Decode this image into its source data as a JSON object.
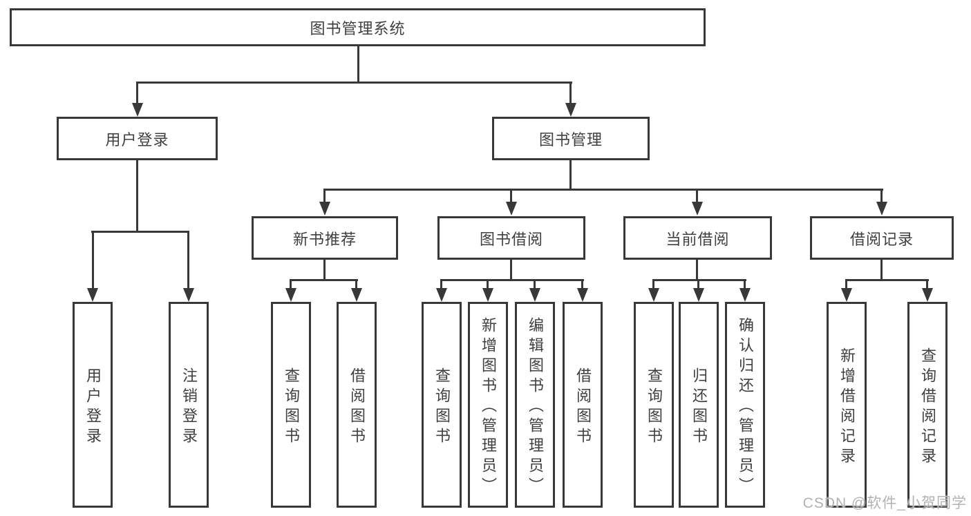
{
  "tree": {
    "label": "图书管理系统",
    "children": [
      {
        "label": "用户登录",
        "children": [
          {
            "label": "用户登录"
          },
          {
            "label": "注销登录"
          }
        ]
      },
      {
        "label": "图书管理",
        "children": [
          {
            "label": "新书推荐",
            "children": [
              {
                "label": "查询图书"
              },
              {
                "label": "借阅图书"
              }
            ]
          },
          {
            "label": "图书借阅",
            "children": [
              {
                "label": "查询图书"
              },
              {
                "label": "新增图书（管理员）"
              },
              {
                "label": "编辑图书（管理员）"
              },
              {
                "label": "借阅图书"
              }
            ]
          },
          {
            "label": "当前借阅",
            "children": [
              {
                "label": "查询图书"
              },
              {
                "label": "归还图书"
              },
              {
                "label": "确认归还（管理员）"
              }
            ]
          },
          {
            "label": "借阅记录",
            "children": [
              {
                "label": "新增借阅记录"
              },
              {
                "label": "查询借阅记录"
              }
            ]
          }
        ]
      }
    ]
  },
  "watermark": {
    "text": "CSDN @软件_小贺同学"
  },
  "colors": {
    "line_color": "#383838",
    "text_color": "#3f3f3f",
    "box_bg": "#ffffff",
    "page_bg": "#ffffff",
    "watermark_color": "#b2b2b2"
  }
}
